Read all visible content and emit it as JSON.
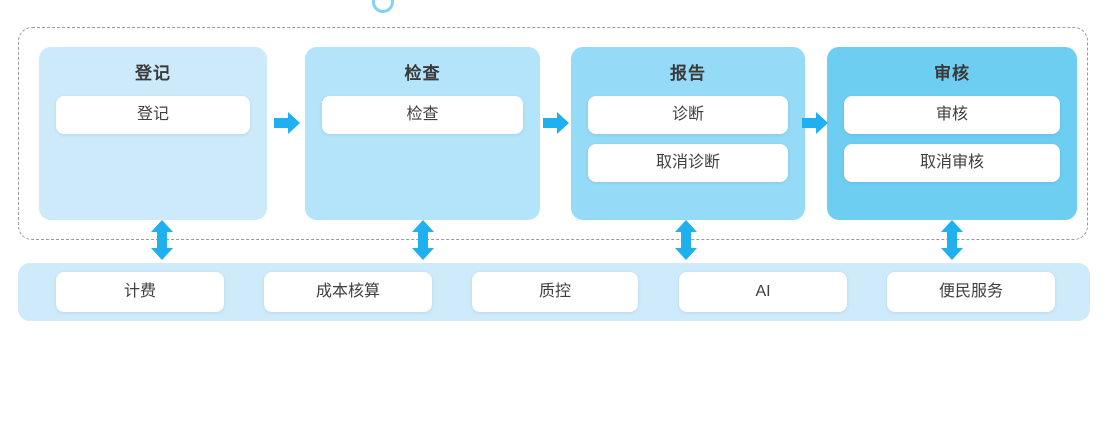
{
  "diagram": {
    "accent_color": "#1eb0ef",
    "frame_border_color": "#9a9a9a",
    "top_arc_color": "#7fd4f3",
    "stages": [
      {
        "title": "登记",
        "color": "#cdeafa",
        "actions": [
          "登记"
        ]
      },
      {
        "title": "检查",
        "color": "#b4e4f9",
        "actions": [
          "检查"
        ]
      },
      {
        "title": "报告",
        "color": "#95daf6",
        "actions": [
          "诊断",
          "取消诊断"
        ]
      },
      {
        "title": "审核",
        "color": "#6dcef2",
        "actions": [
          "审核",
          "取消审核"
        ]
      }
    ],
    "flow_arrows": [
      {
        "name": "arrow-stage1-to-stage2"
      },
      {
        "name": "arrow-stage2-to-stage3"
      },
      {
        "name": "arrow-stage3-to-stage4"
      }
    ],
    "link_arrows": [
      {
        "name": "link-registration-to-support"
      },
      {
        "name": "link-examination-to-support"
      },
      {
        "name": "link-report-to-support"
      },
      {
        "name": "link-review-to-support"
      }
    ],
    "support_bar": {
      "color": "#cfeafb",
      "items": [
        "计费",
        "成本核算",
        "质控",
        "AI",
        "便民服务"
      ]
    }
  }
}
